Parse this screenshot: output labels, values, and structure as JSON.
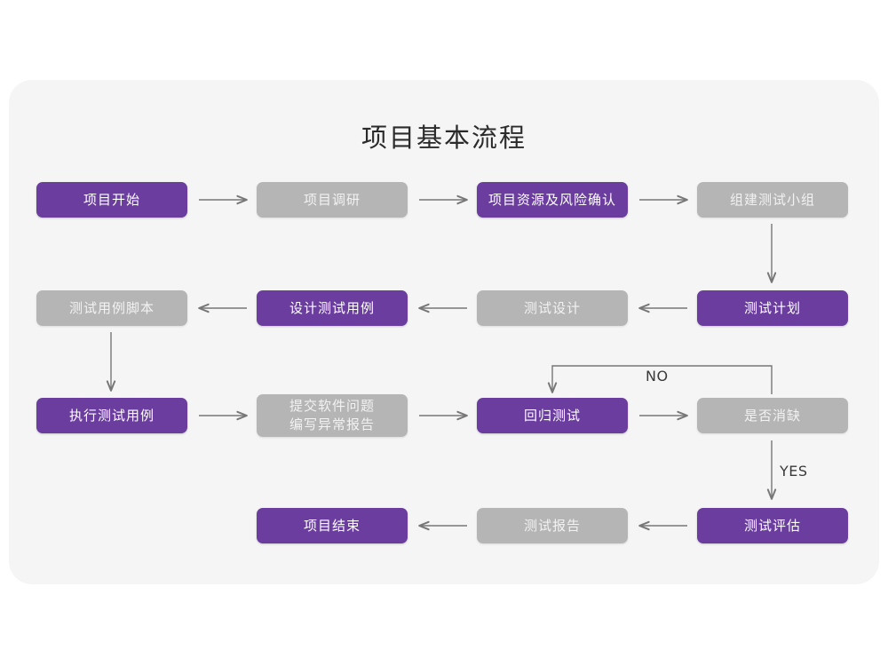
{
  "page": {
    "background_color": "#ffffff",
    "card_color": "#f5f5f5"
  },
  "title": "项目基本流程",
  "colors": {
    "purple": "#6a3d9e",
    "gray": "#b5b5b5",
    "arrow": "#777777",
    "text_dark": "#2b2b2b",
    "text_on_gray": "#f2f2f2",
    "text_on_purple": "#ffffff"
  },
  "nodes": [
    {
      "id": "n1",
      "label": "项目开始",
      "style": "purple",
      "row": 1,
      "col": 1
    },
    {
      "id": "n2",
      "label": "项目调研",
      "style": "gray",
      "row": 1,
      "col": 2
    },
    {
      "id": "n3",
      "label": "项目资源及风险确认",
      "style": "purple",
      "row": 1,
      "col": 3
    },
    {
      "id": "n4",
      "label": "组建测试小组",
      "style": "gray",
      "row": 1,
      "col": 4
    },
    {
      "id": "n5",
      "label": "测试用例脚本",
      "style": "gray",
      "row": 2,
      "col": 1
    },
    {
      "id": "n6",
      "label": "设计测试用例",
      "style": "purple",
      "row": 2,
      "col": 2
    },
    {
      "id": "n7",
      "label": "测试设计",
      "style": "gray",
      "row": 2,
      "col": 3
    },
    {
      "id": "n8",
      "label": "测试计划",
      "style": "purple",
      "row": 2,
      "col": 4
    },
    {
      "id": "n9",
      "label": "执行测试用例",
      "style": "purple",
      "row": 3,
      "col": 1
    },
    {
      "id": "n10",
      "label": "提交软件问题\n编写异常报告",
      "style": "gray",
      "row": 3,
      "col": 2
    },
    {
      "id": "n11",
      "label": "回归测试",
      "style": "purple",
      "row": 3,
      "col": 3
    },
    {
      "id": "n12",
      "label": "是否消缺",
      "style": "gray",
      "row": 3,
      "col": 4
    },
    {
      "id": "n13",
      "label": "项目结束",
      "style": "purple",
      "row": 4,
      "col": 2
    },
    {
      "id": "n14",
      "label": "测试报告",
      "style": "gray",
      "row": 4,
      "col": 3
    },
    {
      "id": "n15",
      "label": "测试评估",
      "style": "purple",
      "row": 4,
      "col": 4
    }
  ],
  "edge_labels": {
    "no": "NO",
    "yes": "YES"
  },
  "edges": [
    {
      "from": "n1",
      "to": "n2",
      "direction": "right"
    },
    {
      "from": "n2",
      "to": "n3",
      "direction": "right"
    },
    {
      "from": "n3",
      "to": "n4",
      "direction": "right"
    },
    {
      "from": "n4",
      "to": "n8",
      "direction": "down"
    },
    {
      "from": "n8",
      "to": "n7",
      "direction": "left"
    },
    {
      "from": "n7",
      "to": "n6",
      "direction": "left"
    },
    {
      "from": "n6",
      "to": "n5",
      "direction": "left"
    },
    {
      "from": "n5",
      "to": "n9",
      "direction": "down"
    },
    {
      "from": "n9",
      "to": "n10",
      "direction": "right"
    },
    {
      "from": "n10",
      "to": "n11",
      "direction": "right"
    },
    {
      "from": "n11",
      "to": "n12",
      "direction": "right"
    },
    {
      "from": "n12",
      "to": "n11",
      "direction": "loop-up-left",
      "label": "NO"
    },
    {
      "from": "n12",
      "to": "n15",
      "direction": "down",
      "label": "YES"
    },
    {
      "from": "n15",
      "to": "n14",
      "direction": "left"
    },
    {
      "from": "n14",
      "to": "n13",
      "direction": "left"
    }
  ]
}
